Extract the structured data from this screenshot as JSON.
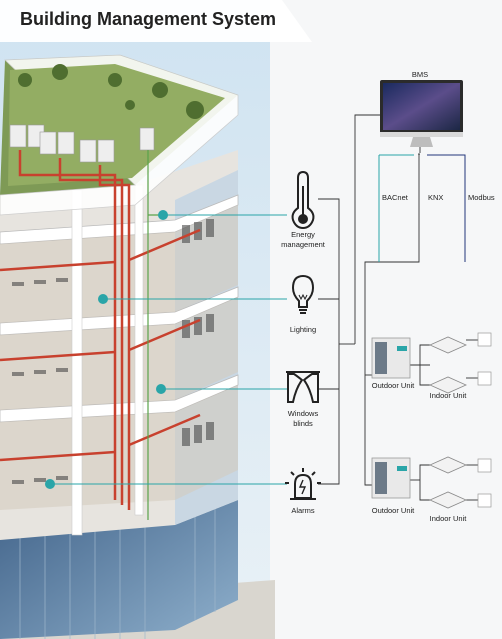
{
  "title": "Building Management System",
  "bms_label": "BMS",
  "protocols": [
    "BACnet",
    "KNX",
    "Modbus"
  ],
  "devices": [
    {
      "line1": "Energy",
      "line2": "management",
      "icon": "thermometer-icon"
    },
    {
      "line1": "Lighting",
      "line2": "",
      "icon": "light-bulb-icon"
    },
    {
      "line1": "Windows",
      "line2": "blinds",
      "icon": "window-blinds-icon"
    },
    {
      "line1": "Alarms",
      "line2": "",
      "icon": "alarm-siren-icon"
    }
  ],
  "units": {
    "outdoor": "Outdoor Unit",
    "indoor": "Indoor Unit"
  },
  "colors": {
    "accent_teal": "#2aa5a8",
    "pipe_red": "#c8412e",
    "line_dark": "#333333",
    "knx_blue": "#21347a"
  }
}
